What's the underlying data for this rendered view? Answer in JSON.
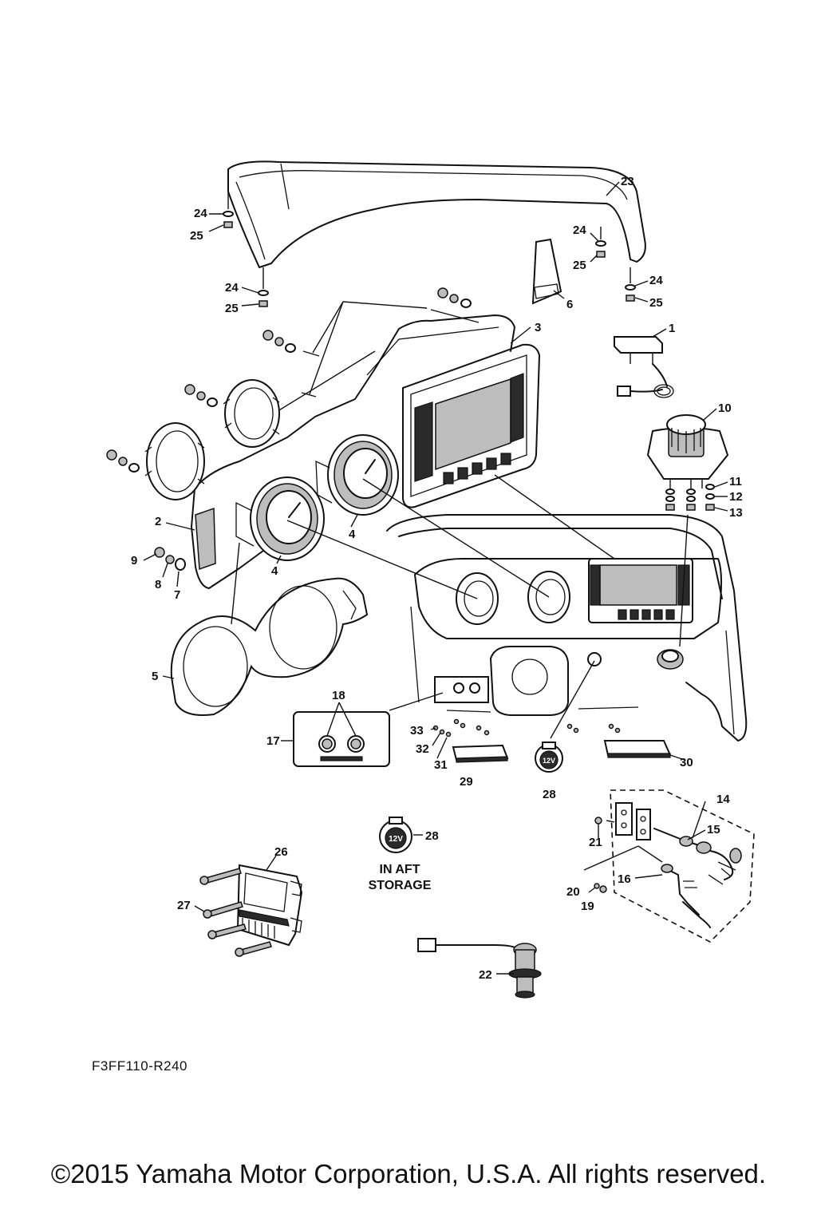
{
  "callouts": {
    "c1": "1",
    "c2": "2",
    "c3": "3",
    "c4a": "4",
    "c4b": "4",
    "c5": "5",
    "c6": "6",
    "c7": "7",
    "c8": "8",
    "c9": "9",
    "c10": "10",
    "c11": "11",
    "c12": "12",
    "c13": "13",
    "c14": "14",
    "c15": "15",
    "c16": "16",
    "c17": "17",
    "c18": "18",
    "c19": "19",
    "c20": "20",
    "c21": "21",
    "c22": "22",
    "c23": "23",
    "c24a": "24",
    "c24b": "24",
    "c24c": "24",
    "c24d": "24",
    "c25a": "25",
    "c25b": "25",
    "c25c": "25",
    "c25d": "25",
    "c26": "26",
    "c27": "27",
    "c28a": "28",
    "c28b": "28",
    "c29": "29",
    "c30": "30",
    "c31": "31",
    "c32": "32",
    "c33": "33"
  },
  "socket_label": "12V",
  "storage_note": {
    "line1": "IN AFT",
    "line2": "STORAGE"
  },
  "drawing_code": "F3FF110-R240",
  "copyright": "©2015 Yamaha Motor Corporation, U.S.A. All rights reserved."
}
